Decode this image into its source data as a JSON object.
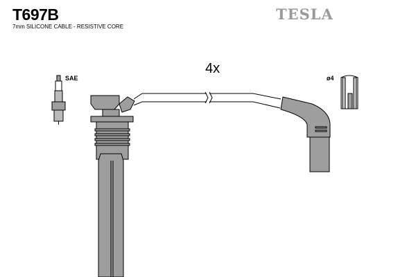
{
  "header": {
    "part_number": "T697B",
    "description": "7mm SILICONE CABLE - RESISTIVE CORE",
    "brand": "TESLA"
  },
  "diagram": {
    "quantity_label": "4x",
    "plug_type_label": "SAE",
    "terminal_label": "ø4",
    "fill_color": "#9e9e9e"
  }
}
